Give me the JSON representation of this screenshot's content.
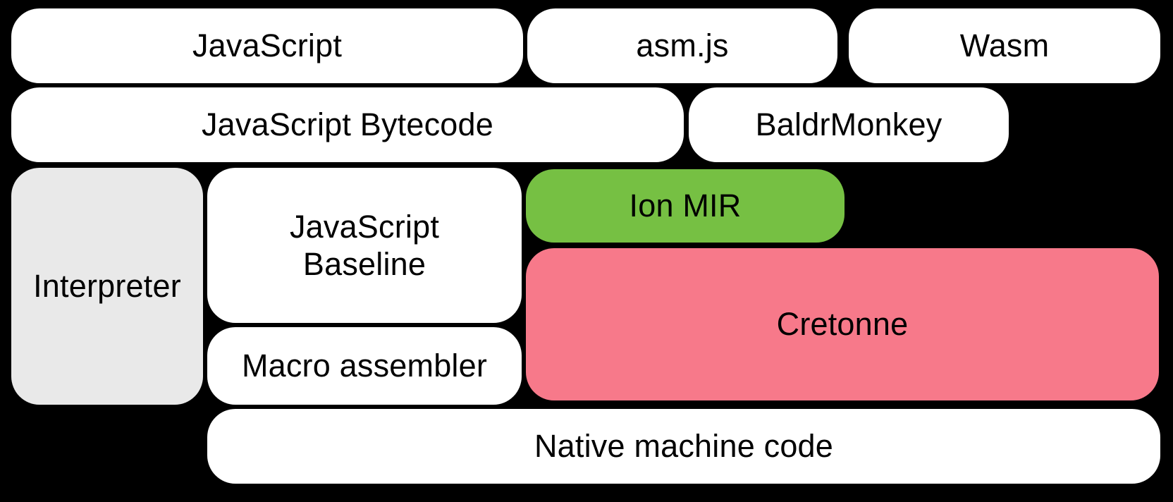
{
  "diagram": {
    "title": "SpiderMonkey compilation pipeline diagram",
    "background_color": "#000000",
    "text_color": "#000000",
    "colors": {
      "default_box": "#ffffff",
      "interpreter_box": "#e9e9e9",
      "ion_mir_box": "#76c043",
      "cretonne_box": "#f7798a"
    },
    "nodes": {
      "javascript": {
        "label": "JavaScript",
        "color": "#ffffff"
      },
      "asmjs": {
        "label": "asm.js",
        "color": "#ffffff"
      },
      "wasm": {
        "label": "Wasm",
        "color": "#ffffff"
      },
      "bytecode": {
        "label": "JavaScript Bytecode",
        "color": "#ffffff"
      },
      "baldrmonkey": {
        "label": "BaldrMonkey",
        "color": "#ffffff"
      },
      "interpreter": {
        "label": "Interpreter",
        "color": "#e9e9e9"
      },
      "baseline": {
        "label": "JavaScript Baseline",
        "line1": "JavaScript",
        "line2": "Baseline",
        "color": "#ffffff"
      },
      "ionmir": {
        "label": "Ion MIR",
        "color": "#76c043"
      },
      "cretonne": {
        "label": "Cretonne",
        "color": "#f7798a"
      },
      "macroassembler": {
        "label": "Macro assembler",
        "color": "#ffffff"
      },
      "native": {
        "label": "Native machine code",
        "color": "#ffffff"
      }
    }
  }
}
